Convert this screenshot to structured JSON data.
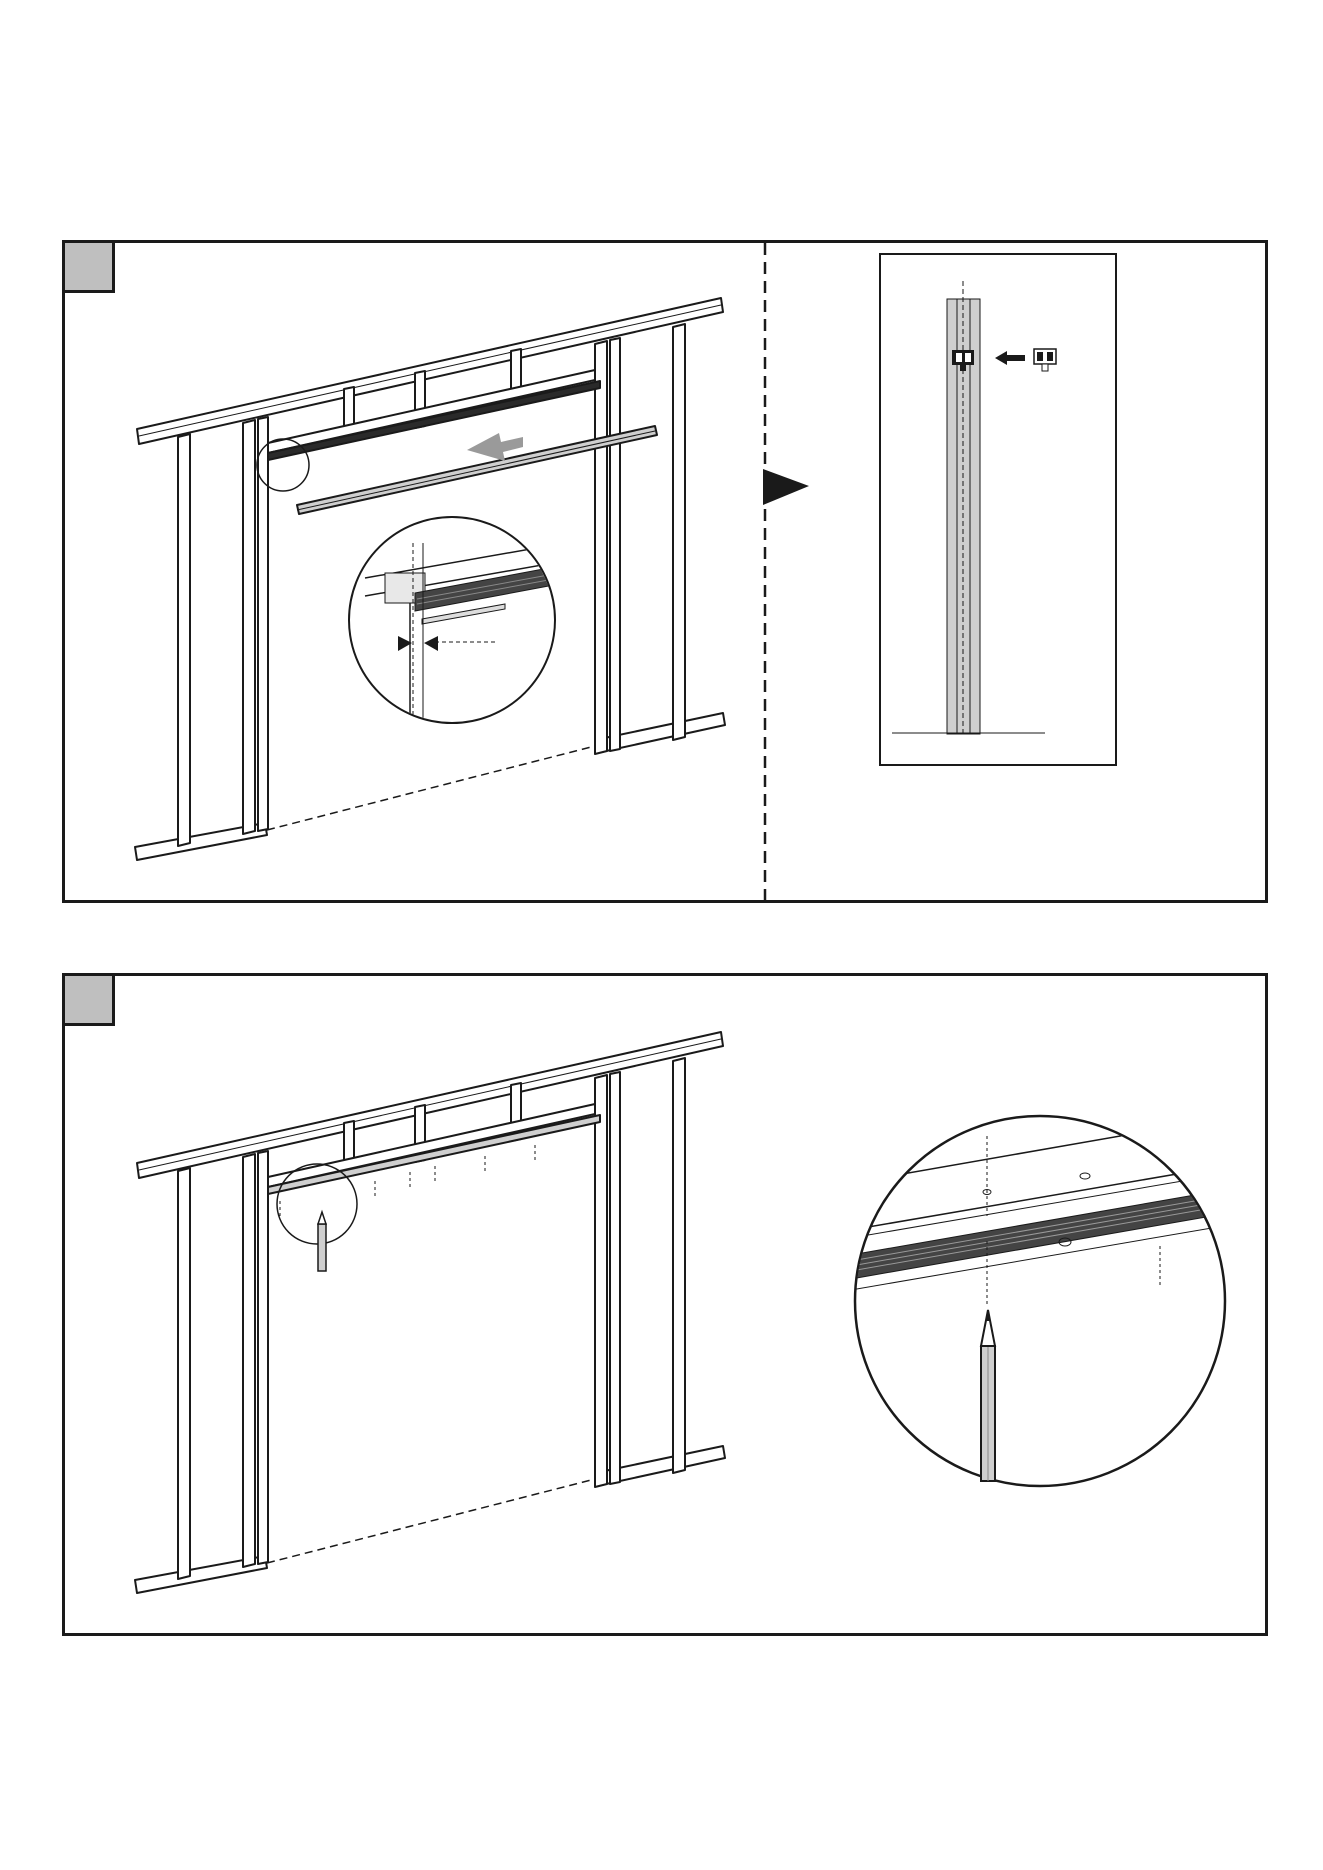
{
  "page": {
    "steps": [
      {
        "number": ""
      },
      {
        "number": ""
      }
    ],
    "corner_mark": "",
    "icons": [
      "stud-frame-illustration",
      "track-rail",
      "push-arrow",
      "magnifier-detail",
      "pointer-triangle",
      "roller-carriage",
      "pencil"
    ],
    "colors": {
      "line": "#1a1a1a",
      "badge": "#bfbfbf",
      "gray-fill": "#c8c8c8",
      "arrow": "#9a9a9a"
    }
  }
}
